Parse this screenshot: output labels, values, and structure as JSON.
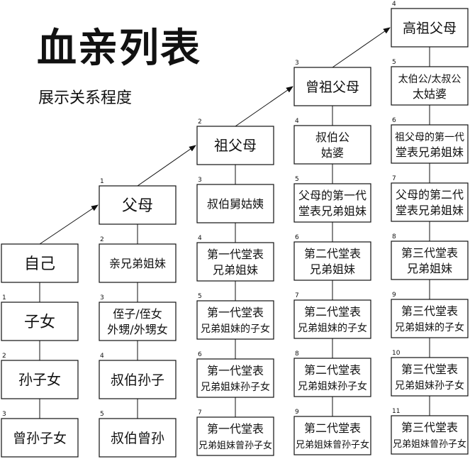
{
  "title": "血亲列表",
  "subtitle": "展示关系程度",
  "columns": [
    {
      "cells": [
        {
          "num": "",
          "lines": [
            "自己"
          ]
        },
        {
          "num": "1",
          "lines": [
            "子女"
          ]
        },
        {
          "num": "2",
          "lines": [
            "孙子女"
          ]
        },
        {
          "num": "3",
          "lines": [
            "曾孙子女"
          ]
        }
      ]
    },
    {
      "cells": [
        {
          "num": "1",
          "lines": [
            "父母"
          ]
        },
        {
          "num": "2",
          "lines": [
            "亲兄弟姐妹"
          ]
        },
        {
          "num": "3",
          "lines": [
            "侄子/侄女",
            "外甥/外甥女"
          ]
        },
        {
          "num": "4",
          "lines": [
            "叔伯孙子"
          ]
        },
        {
          "num": "5",
          "lines": [
            "叔伯曾孙"
          ]
        }
      ]
    },
    {
      "cells": [
        {
          "num": "2",
          "lines": [
            "祖父母"
          ]
        },
        {
          "num": "3",
          "lines": [
            "叔伯舅姑姨"
          ]
        },
        {
          "num": "4",
          "lines": [
            "第一代堂表",
            "兄弟姐妹"
          ]
        },
        {
          "num": "5",
          "lines": [
            "第一代堂表",
            "兄弟姐妹的子女"
          ]
        },
        {
          "num": "6",
          "lines": [
            "第一代堂表",
            "兄弟姐妹孙子女"
          ]
        },
        {
          "num": "7",
          "lines": [
            "第一代堂表",
            "兄弟姐妹曾孙子女"
          ]
        }
      ]
    },
    {
      "cells": [
        {
          "num": "3",
          "lines": [
            "曾祖父母"
          ]
        },
        {
          "num": "4",
          "lines": [
            "叔伯公",
            "姑婆"
          ]
        },
        {
          "num": "5",
          "lines": [
            "父母的第一代",
            "堂表兄弟姐妹"
          ]
        },
        {
          "num": "6",
          "lines": [
            "第二代堂表",
            "兄弟姐妹"
          ]
        },
        {
          "num": "7",
          "lines": [
            "第二代堂表",
            "兄弟姐妹的子女"
          ]
        },
        {
          "num": "8",
          "lines": [
            "第二代堂表",
            "兄弟姐妹孙子女"
          ]
        },
        {
          "num": "9",
          "lines": [
            "第二代堂表",
            "兄弟姐妹曾孙子女"
          ]
        }
      ]
    },
    {
      "cells": [
        {
          "num": "4",
          "lines": [
            "高祖父母"
          ]
        },
        {
          "num": "5",
          "lines": [
            "太伯公/太叔公",
            "太姑婆"
          ]
        },
        {
          "num": "6",
          "lines": [
            "祖父母的第一代",
            "堂表兄弟姐妹"
          ]
        },
        {
          "num": "7",
          "lines": [
            "父母的第二代",
            "堂表兄弟姐妹"
          ]
        },
        {
          "num": "8",
          "lines": [
            "第三代堂表",
            "兄弟姐妹"
          ]
        },
        {
          "num": "9",
          "lines": [
            "第三代堂表",
            "兄弟姐妹的子女"
          ]
        },
        {
          "num": "10",
          "lines": [
            "第三代堂表",
            "兄弟姐妹孙子女"
          ]
        },
        {
          "num": "11",
          "lines": [
            "第三代堂表",
            "兄弟姐妹曾孙子女"
          ]
        }
      ]
    }
  ]
}
